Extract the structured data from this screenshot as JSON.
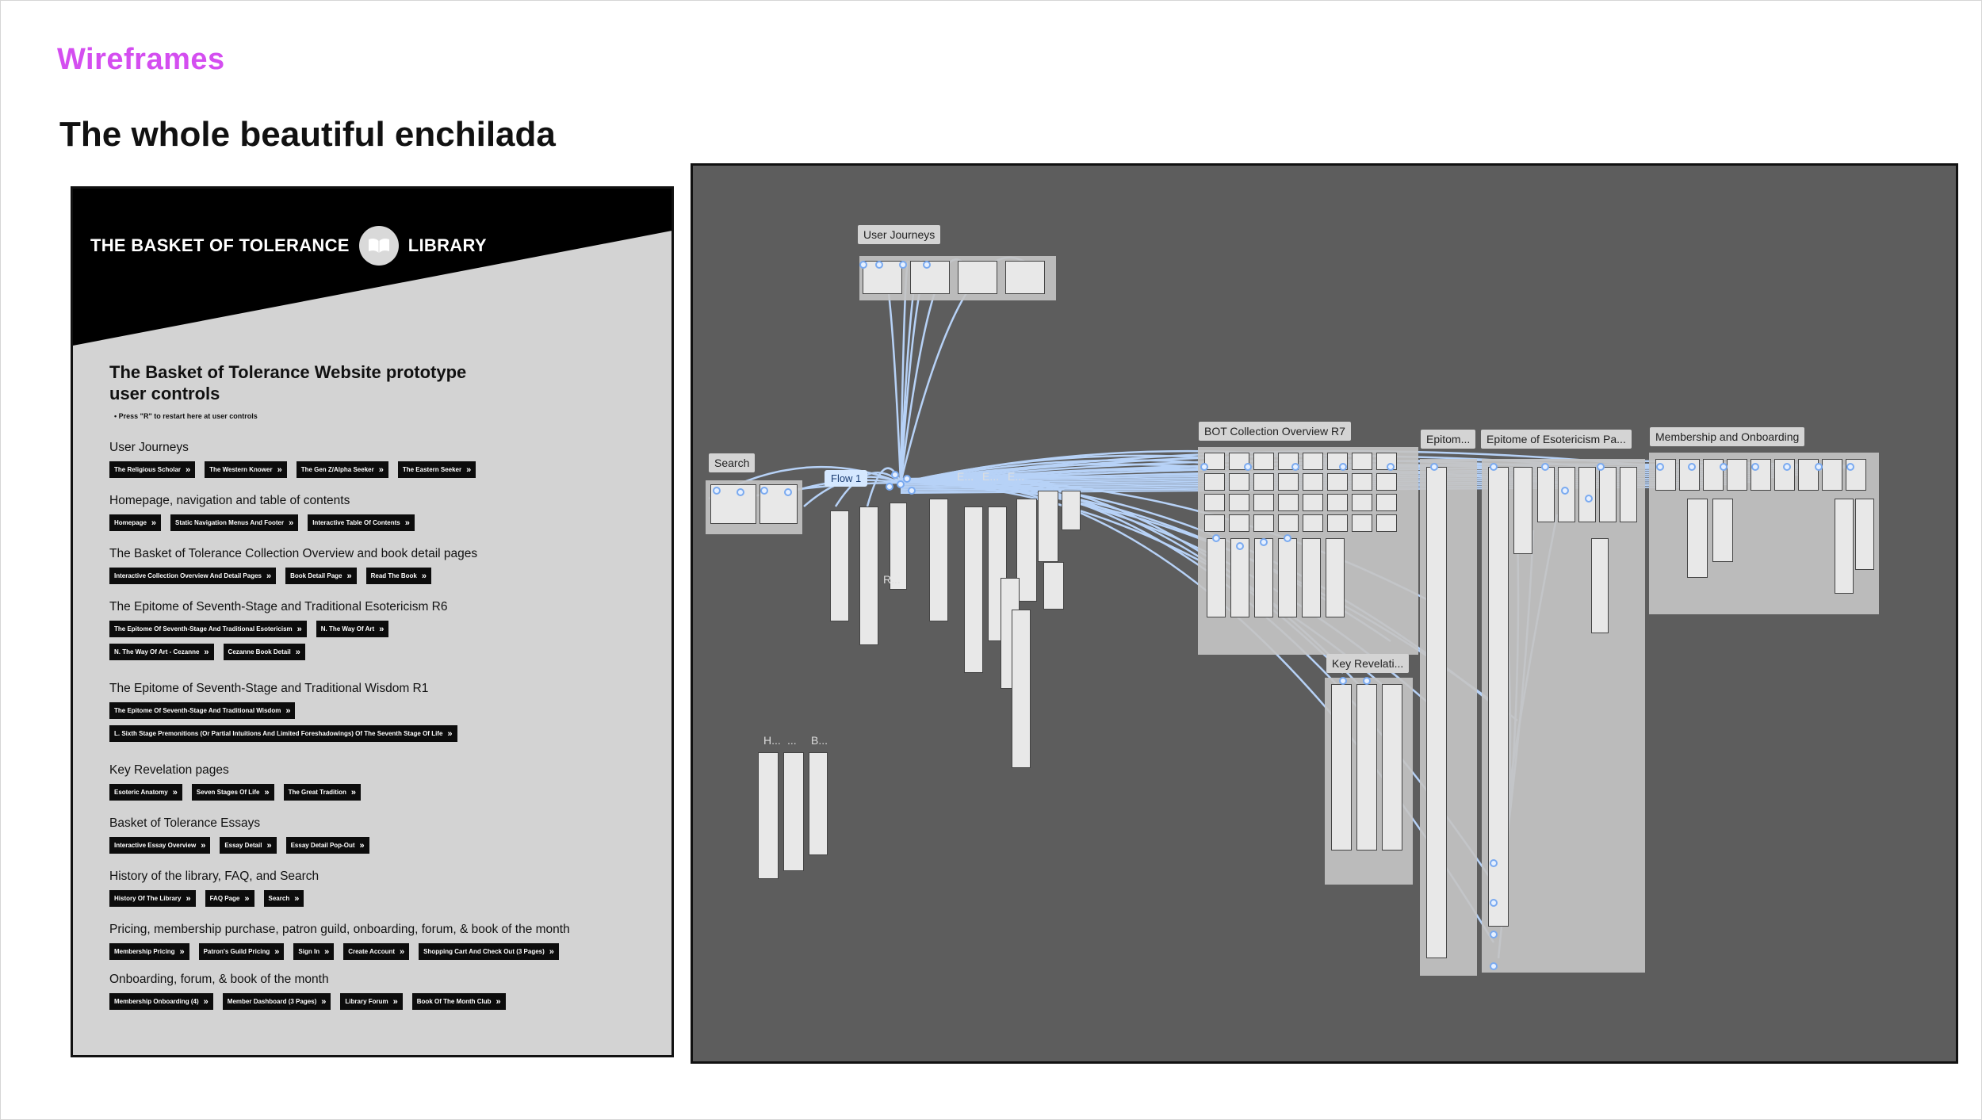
{
  "slide": {
    "kicker": "Wireframes",
    "headline": "The whole beautiful enchilada"
  },
  "controls": {
    "brand_left": "THE BASKET OF TOLERANCE",
    "brand_right": "LIBRARY",
    "title": "The Basket of Tolerance Website prototype user controls",
    "note": "Press \"R\" to restart here at user controls",
    "sections": [
      {
        "title": "User Journeys",
        "rows": [
          [
            "The Religious Scholar",
            "The Western Knower",
            "The Gen Z/Alpha Seeker",
            "The Eastern Seeker"
          ]
        ]
      },
      {
        "title": "Homepage, navigation and table of contents",
        "rows": [
          [
            "Homepage",
            "Static Navigation Menus And Footer",
            "Interactive Table Of Contents"
          ]
        ]
      },
      {
        "title": "The Basket of Tolerance Collection Overview and book detail pages",
        "rows": [
          [
            "Interactive Collection Overview And Detail Pages",
            "Book Detail  Page",
            "Read The Book"
          ]
        ]
      },
      {
        "title": "The Epitome of Seventh-Stage and Traditional Esotericism R6",
        "rows": [
          [
            "The Epitome Of Seventh-Stage And Traditional Esotericism",
            "N. The Way Of Art"
          ],
          [
            "N. The Way Of Art - Cezanne",
            "Cezanne Book Detail"
          ]
        ]
      },
      {
        "title": "The Epitome of Seventh-Stage and Traditional Wisdom R1",
        "rows": [
          [
            "The Epitome Of Seventh-Stage And Traditional Wisdom"
          ],
          [
            "L. Sixth Stage Premonitions (Or Partial Intuitions And Limited Foreshadowings) Of The Seventh Stage Of Life"
          ]
        ]
      },
      {
        "title": "Key Revelation pages",
        "rows": [
          [
            "Esoteric Anatomy",
            "Seven Stages Of Life",
            "The Great Tradition"
          ]
        ]
      },
      {
        "title": "Basket of Tolerance Essays",
        "rows": [
          [
            "Interactive Essay Overview",
            "Essay Detail",
            "Essay Detail Pop-Out"
          ]
        ]
      },
      {
        "title": "History of the library, FAQ, and Search",
        "rows": [
          [
            "History Of The Library",
            "FAQ Page",
            "Search"
          ]
        ]
      },
      {
        "title": "Pricing, membership purchase, patron guild, onboarding, forum, & book of the month",
        "rows": [
          [
            "Membership Pricing",
            "Patron's Guild Pricing",
            "Sign In",
            "Create Account",
            "Shopping Cart And Check Out (3 Pages)"
          ]
        ]
      },
      {
        "title": "Onboarding, forum, & book of the month",
        "rows": [
          [
            "Membership  Onboarding (4)",
            "Member Dashboard (3 Pages)",
            "Library Forum",
            "Book Of The Month Club"
          ]
        ]
      }
    ]
  },
  "canvas": {
    "labels": {
      "user_journeys": "User Journeys",
      "search": "Search",
      "flow1": "Flow 1",
      "bot_collection": "BOT Collection Overview R7",
      "epitome_short": "Epitom...",
      "epitome_esotericism": "Epitome of Esotericism Pa...",
      "membership": "Membership and Onboarding",
      "key_revelation": "Key Revelati...",
      "r_short": "R...",
      "e1": "E...",
      "e2": "E...",
      "e3": "E...",
      "h_short": "H...",
      "dots": "...",
      "b_short": "B..."
    }
  }
}
